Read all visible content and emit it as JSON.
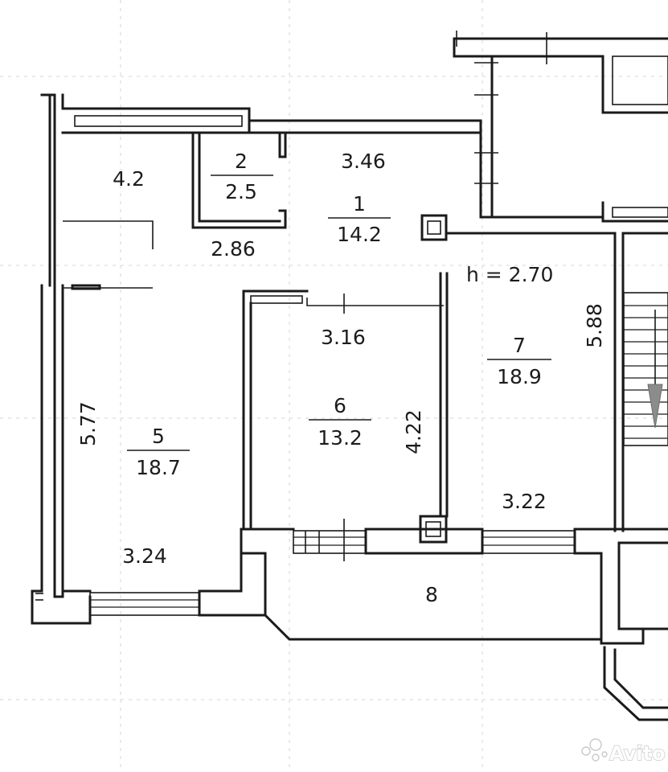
{
  "plan": {
    "height_label": "h = 2.70",
    "rooms": [
      {
        "num": "1",
        "area": "14.2"
      },
      {
        "num": "2",
        "area": "2.5"
      },
      {
        "num": "5",
        "area": "18.7"
      },
      {
        "num": "6",
        "area": "13.2"
      },
      {
        "num": "7",
        "area": "18.9"
      },
      {
        "num": "8"
      }
    ],
    "dimensions": [
      "4.2",
      "3.46",
      "2.86",
      "3.16",
      "5.88",
      "5.77",
      "4.22",
      "3.22",
      "3.24"
    ]
  },
  "watermark": {
    "text": "Avito",
    "icon": "avito-logo-icon"
  }
}
